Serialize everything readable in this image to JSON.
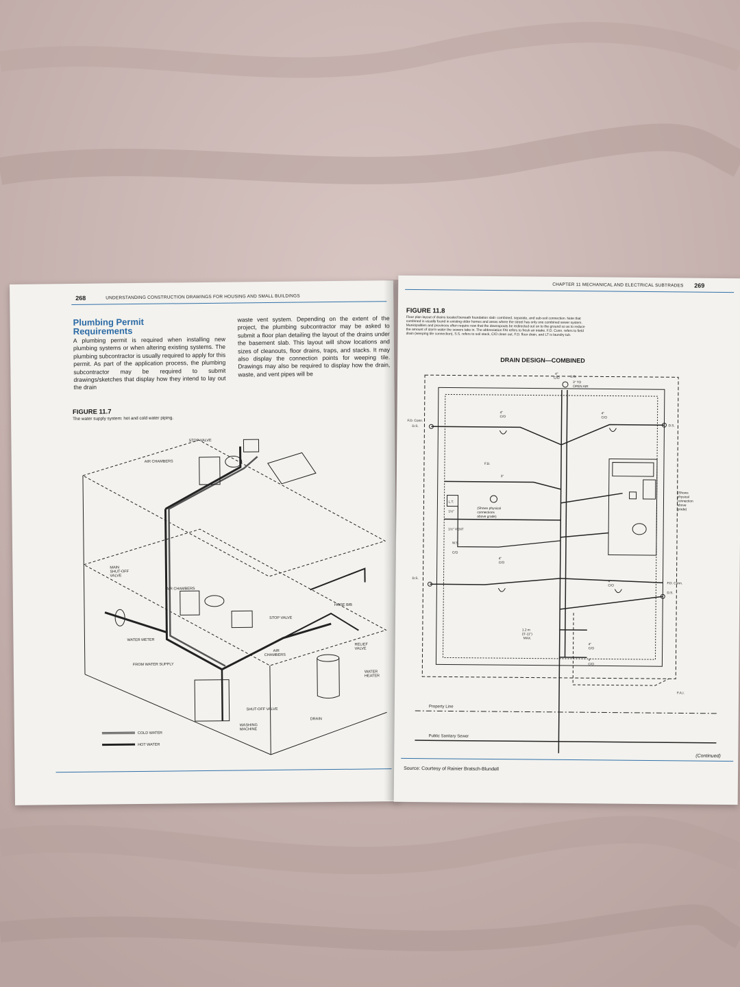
{
  "left_page": {
    "page_number": "268",
    "running_head": "UNDERSTANDING CONSTRUCTION DRAWINGS FOR HOUSING AND SMALL BUILDINGS",
    "section_title_line1": "Plumbing Permit",
    "section_title_line2": "Requirements",
    "para_col1": "A plumbing permit is required when installing new plumbing systems or when altering existing systems. The plumbing subcontractor is usually required to apply for this permit. As part of the application process, the plumbing subcontractor may be required to submit drawings/sketches that display how they intend to lay out the drain",
    "para_col2": "waste vent system. Depending on the extent of the project, the plumbing subcontractor may be asked to submit a floor plan detailing the layout of the drains under the basement slab. This layout will show locations and sizes of cleanouts, floor drains, traps, and stacks. It may also display the connection points for weeping tile. Drawings may also be required to display how the drain, waste, and vent pipes will be",
    "figure_label": "FIGURE 11.7",
    "figure_caption": "The water supply system: hot and cold water piping.",
    "diagram_labels": {
      "stop_valve_top": "STOP VALVE",
      "air_chambers_top": "AIR CHAMBERS",
      "main_shutoff_1": "MAIN",
      "main_shutoff_2": "SHUT-OFF",
      "main_shutoff_3": "VALVE",
      "air_chambers_mid": "AIR CHAMBERS",
      "stop_valve_mid": "STOP VALVE",
      "hose_bib": "HOSE BIB",
      "water_meter": "WATER METER",
      "air_chambers_low_1": "AIR",
      "air_chambers_low_2": "CHAMBERS",
      "relief_valve_1": "RELIEF",
      "relief_valve_2": "VALVE",
      "from_water_supply": "FROM WATER SUPPLY",
      "water_heater_1": "WATER",
      "water_heater_2": "HEATER",
      "shutoff_valve": "SHUT-OFF VALVE",
      "washing_machine_1": "WASHING",
      "washing_machine_2": "MACHINE",
      "drain": "DRAIN"
    },
    "legend": {
      "cold_water": "COLD WATER",
      "hot_water": "HOT WATER"
    }
  },
  "right_page": {
    "page_number": "269",
    "running_head": "CHAPTER 11   MECHANICAL AND ELECTRICAL SUBTRADES",
    "figure_label": "FIGURE 11.8",
    "caption_lines": [
      "Floor plan layout of drains located beneath foundation slab: combined, separate, and sub-soil connection. Note that",
      "combined is usually found in existing older homes and areas where the street has only one combined sewer system.",
      "Municipalities and provinces often require now that the downspouts be redirected out on to the ground so as to reduce",
      "the amount of storm water the sewers take in. The abbreviation FAI refers to fresh air intake. F.D. Conn. refers to field",
      "drain (weeping tile connection), S.S. refers to soil stack, C/O clean out, F.D. floor drain, and LT is laundry tub."
    ],
    "diagram_title": "DRAIN DESIGN—COMBINED",
    "plan_labels": {
      "co": "C/O",
      "four_in": "4\"",
      "ss": "S.S.",
      "three_to_1": "3\" TO",
      "three_to_2": "OPEN AIR",
      "fd_conn": "F.D. Conn.",
      "ds": "D.S.",
      "fd": "F.D.",
      "lt": "L.T.",
      "three_in": "3\"",
      "one_half": "1½\"",
      "shows_1": "(Shows physical",
      "shows_2": "connections",
      "shows_3": "above grade)",
      "vent": "1½\" VENT",
      "ws": "W.S.",
      "r_shows_1": "(Shows",
      "r_shows_2": "physical",
      "r_shows_3": "connection",
      "r_shows_4": "above",
      "r_shows_5": "grade)",
      "dim_1": "1.2 m",
      "dim_2": "(3'-11\")",
      "dim_3": "MAX.",
      "fai": "F.A.I.",
      "property_line": "Property Line",
      "public_sewer": "Public Sanitary Sewer"
    },
    "continued": "(Continued)",
    "source": "Source: Courtesy of Rainier Bratsch-Blundell"
  }
}
